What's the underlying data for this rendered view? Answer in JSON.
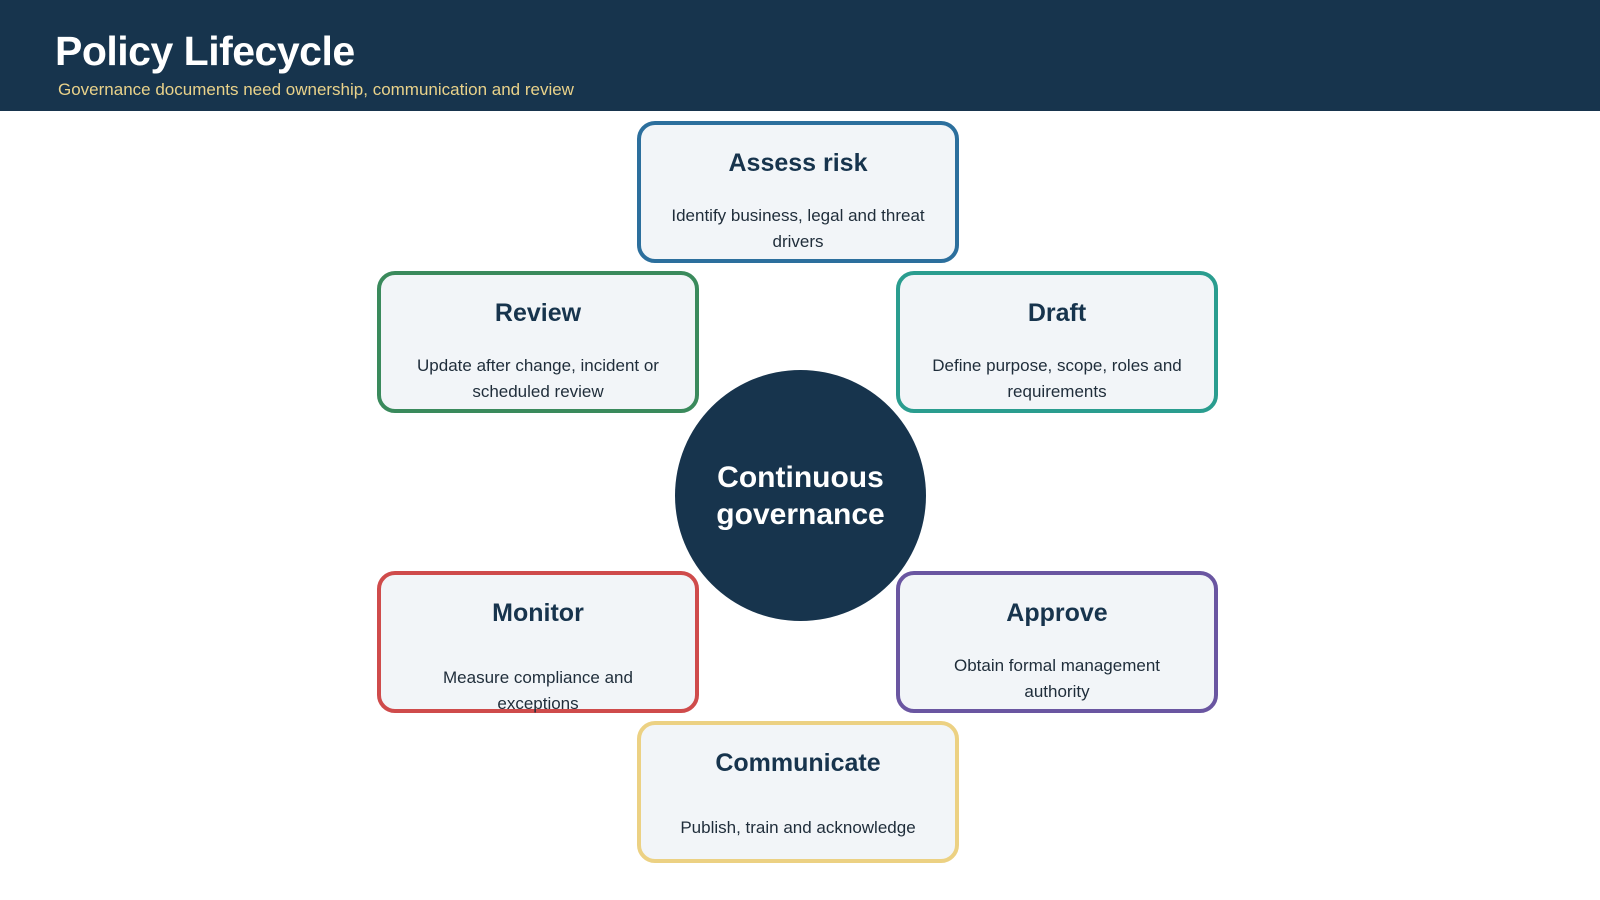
{
  "header": {
    "title": "Policy Lifecycle",
    "subtitle": "Governance documents need ownership, communication and review"
  },
  "hub": {
    "label": "Continuous governance"
  },
  "stages": [
    {
      "title": "Assess risk",
      "description": "Identify business, legal and threat drivers",
      "color": "#2c6f9d"
    },
    {
      "title": "Draft",
      "description": "Define purpose, scope, roles and requirements",
      "color": "#2a9d8f"
    },
    {
      "title": "Approve",
      "description": "Obtain formal management authority",
      "color": "#6a56a1"
    },
    {
      "title": "Communicate",
      "description": "Publish, train and acknowledge",
      "color": "#ecd183"
    },
    {
      "title": "Monitor",
      "description": "Measure compliance and exceptions",
      "color": "#cf4b4b"
    },
    {
      "title": "Review",
      "description": "Update after change, incident or scheduled review",
      "color": "#3a8a5c"
    }
  ],
  "colors": {
    "header_bg": "#17344d",
    "subtitle": "#e9d28a",
    "card_bg": "#f2f5f8"
  }
}
